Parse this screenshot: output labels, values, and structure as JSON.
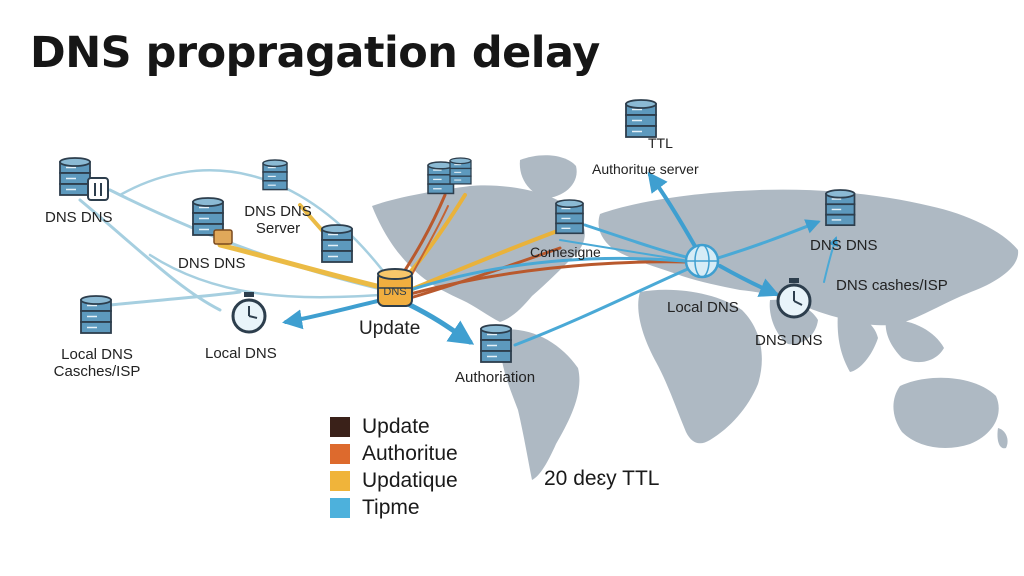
{
  "title": "DNS propragation delay",
  "labels": {
    "dns_dns_left": "DNS DNS",
    "dns_dns_mid": "DNS DNS",
    "dns_dns_server_1": "DNS DNS",
    "dns_dns_server_2": "Server",
    "local_dns_caches_1": "Local DNS",
    "local_dns_caches_2": "Casches/ISP",
    "local_dns_mid": "Local DNS",
    "update_hub": "Update",
    "hub_badge": "DNS",
    "authoriation": "Authoriation",
    "comesigne": "Comesigne",
    "ttl": "TTL",
    "authoritue_server": "Authoritue server",
    "dns_dns_right": "DNS DNS",
    "dns_cashes_isp": "DNS cashes/ISP",
    "local_dns_right": "Local DNS",
    "dns_dns_bottom_right": "DNS DNS"
  },
  "legend": [
    {
      "label": "Update",
      "color": "#3a2119"
    },
    {
      "label": "Authoritue",
      "color": "#dd6a2d"
    },
    {
      "label": "Updatique",
      "color": "#f0b43a"
    },
    {
      "label": "Tipme",
      "color": "#4db1dc"
    }
  ],
  "note": "20 deɛy TTL",
  "colors": {
    "map": "#aeb9c3",
    "server": "#5d99bd",
    "server_dark": "#2d3e4d",
    "hub": "#f1ae3f",
    "arrow_blue": "#4aa9d6",
    "arrow_light": "#a6cfe0",
    "arrow_orange": "#e9b23b",
    "arrow_brown": "#b9592d"
  }
}
